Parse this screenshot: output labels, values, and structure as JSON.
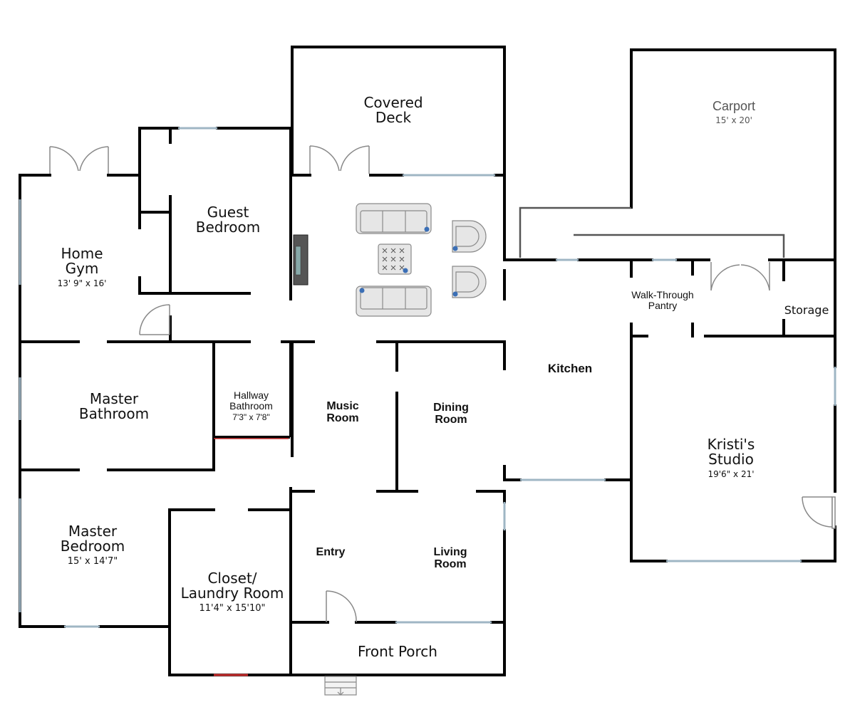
{
  "rooms": {
    "covered_deck": {
      "line1": "Covered",
      "line2": "Deck"
    },
    "carport": {
      "name": "Carport",
      "dims": "15' x 20'"
    },
    "guest_bedroom": {
      "line1": "Guest",
      "line2": "Bedroom"
    },
    "home_gym": {
      "line1": "Home",
      "line2": "Gym",
      "dims": "13' 9\" x 16'"
    },
    "walk_through_pantry": {
      "line1": "Walk-Through",
      "line2": "Pantry"
    },
    "storage": {
      "name": "Storage"
    },
    "kitchen": {
      "name": "Kitchen"
    },
    "master_bathroom": {
      "line1": "Master",
      "line2": "Bathroom"
    },
    "hallway_bathroom": {
      "line1": "Hallway",
      "line2": "Bathroom",
      "dims": "7'3\" x 7'8\""
    },
    "music_room": {
      "line1": "Music",
      "line2": "Room"
    },
    "dining_room": {
      "line1": "Dining",
      "line2": "Room"
    },
    "kristis_studio": {
      "line1": "Kristi's",
      "line2": "Studio",
      "dims": "19'6\" x 21'"
    },
    "master_bedroom": {
      "line1": "Master",
      "line2": "Bedroom",
      "dims": "15' x 14'7\""
    },
    "closet_laundry": {
      "line1": "Closet/",
      "line2": "Laundry Room",
      "dims": "11'4\" x 15'10\""
    },
    "entry": {
      "name": "Entry"
    },
    "living_room": {
      "line1": "Living",
      "line2": "Room"
    },
    "front_porch": {
      "name": "Front Porch"
    }
  },
  "colors": {
    "wall": "#000000",
    "window": "#9fb6c4",
    "furniture_fill": "#e6e6e6",
    "furniture_stroke": "#8a8a8a",
    "thin_wall": "#555555",
    "accent_red": "#cc3333"
  }
}
